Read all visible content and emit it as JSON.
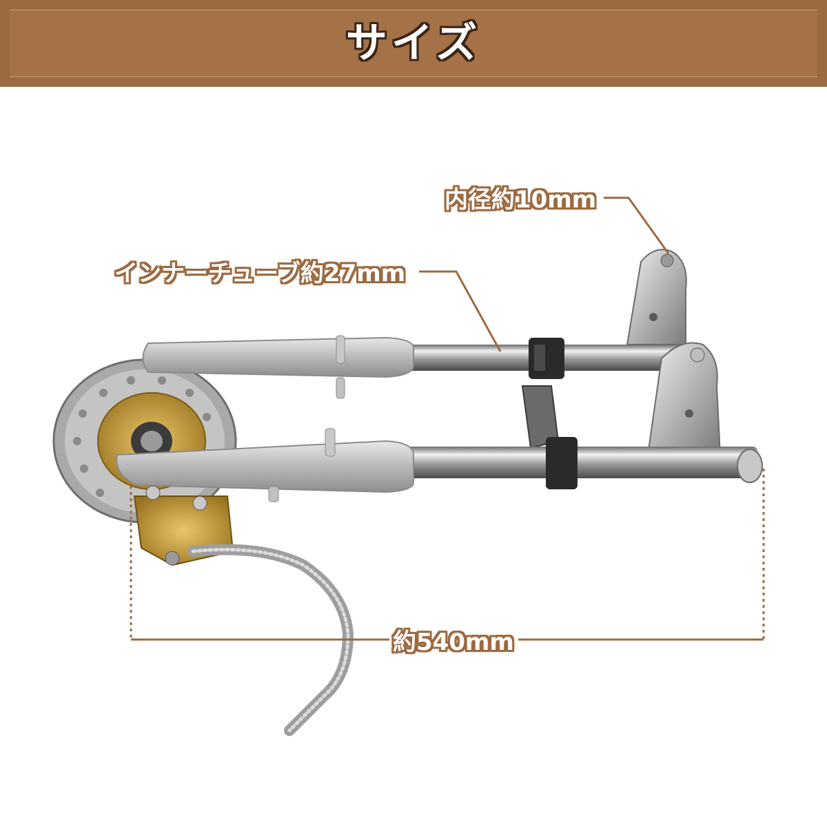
{
  "header": {
    "title": "サイズ"
  },
  "annotations": {
    "bore_label": "内径約10mm",
    "inner_tube_label": "インナーチューブ約27mm",
    "total_length_label": "約540mm"
  },
  "colors": {
    "accent": "#9c6a41",
    "background": "#ffffff",
    "text_on_accent": "#ffffff"
  }
}
